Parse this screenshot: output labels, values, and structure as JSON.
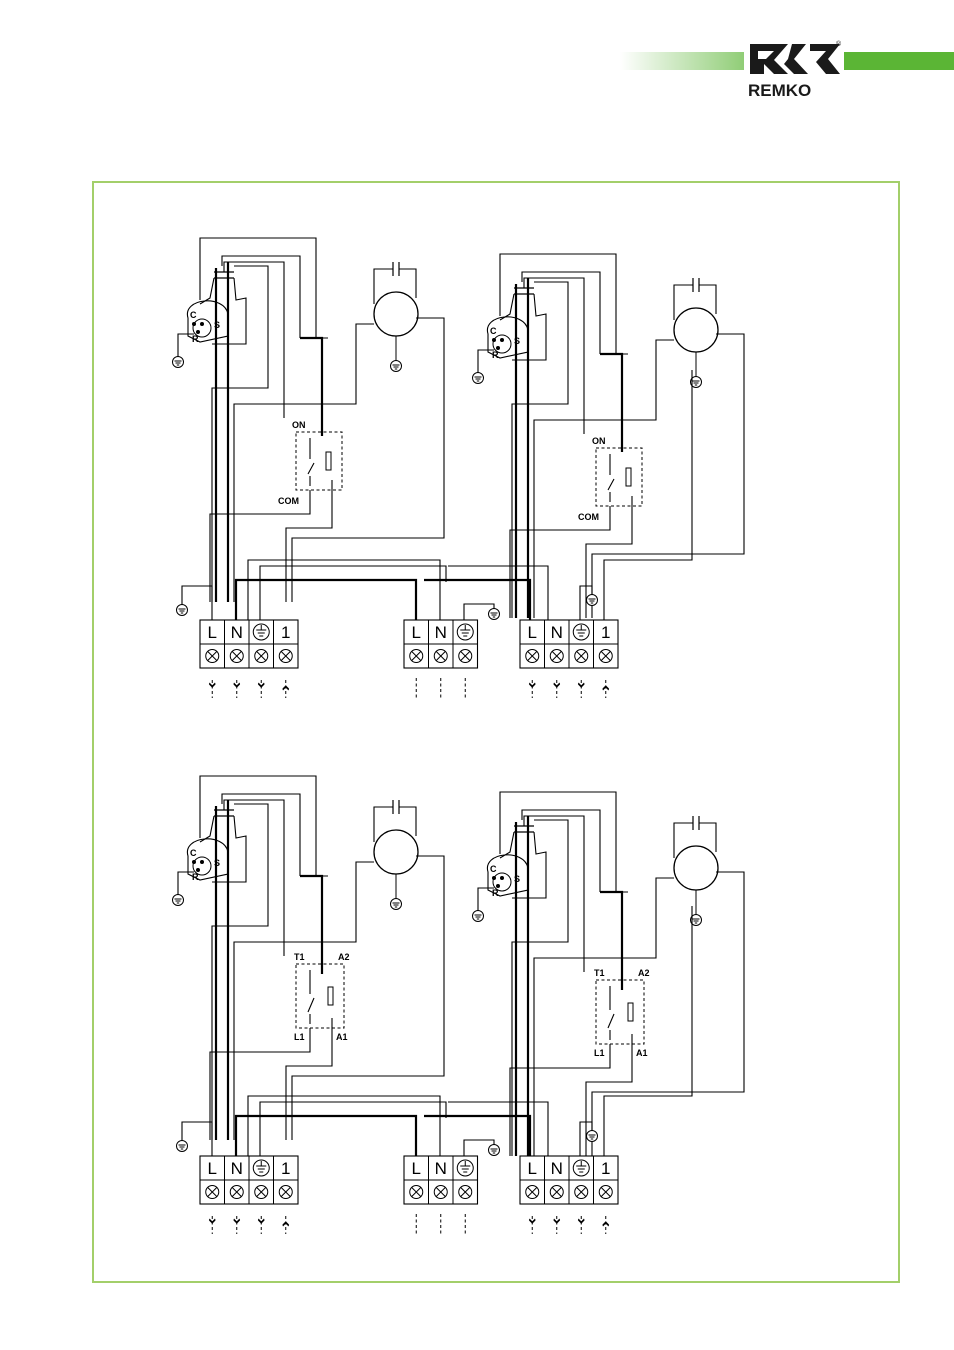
{
  "brand": {
    "name": "REMKO",
    "registered_mark": "®",
    "green": "#5bb535",
    "frame_green": "#a3cf6a"
  },
  "diagrams": [
    {
      "id": "top",
      "compressor_labels": {
        "c": "C",
        "s": "S",
        "r": "R"
      },
      "switch_labels": {
        "on": "ON",
        "com": "COM"
      },
      "terminal_blocks": [
        [
          "L",
          "N",
          "⏚",
          "1"
        ],
        [
          "L",
          "N",
          "⏚"
        ],
        [
          "L",
          "N",
          "⏚",
          "1"
        ]
      ]
    },
    {
      "id": "bottom",
      "compressor_labels": {
        "c": "C",
        "s": "S",
        "r": "R"
      },
      "switch_labels": {
        "t1": "T1",
        "a2": "A2",
        "l1": "L1",
        "a1": "A1"
      },
      "terminal_blocks": [
        [
          "L",
          "N",
          "⏚",
          "1"
        ],
        [
          "L",
          "N",
          "⏚"
        ],
        [
          "L",
          "N",
          "⏚",
          "1"
        ]
      ]
    }
  ]
}
